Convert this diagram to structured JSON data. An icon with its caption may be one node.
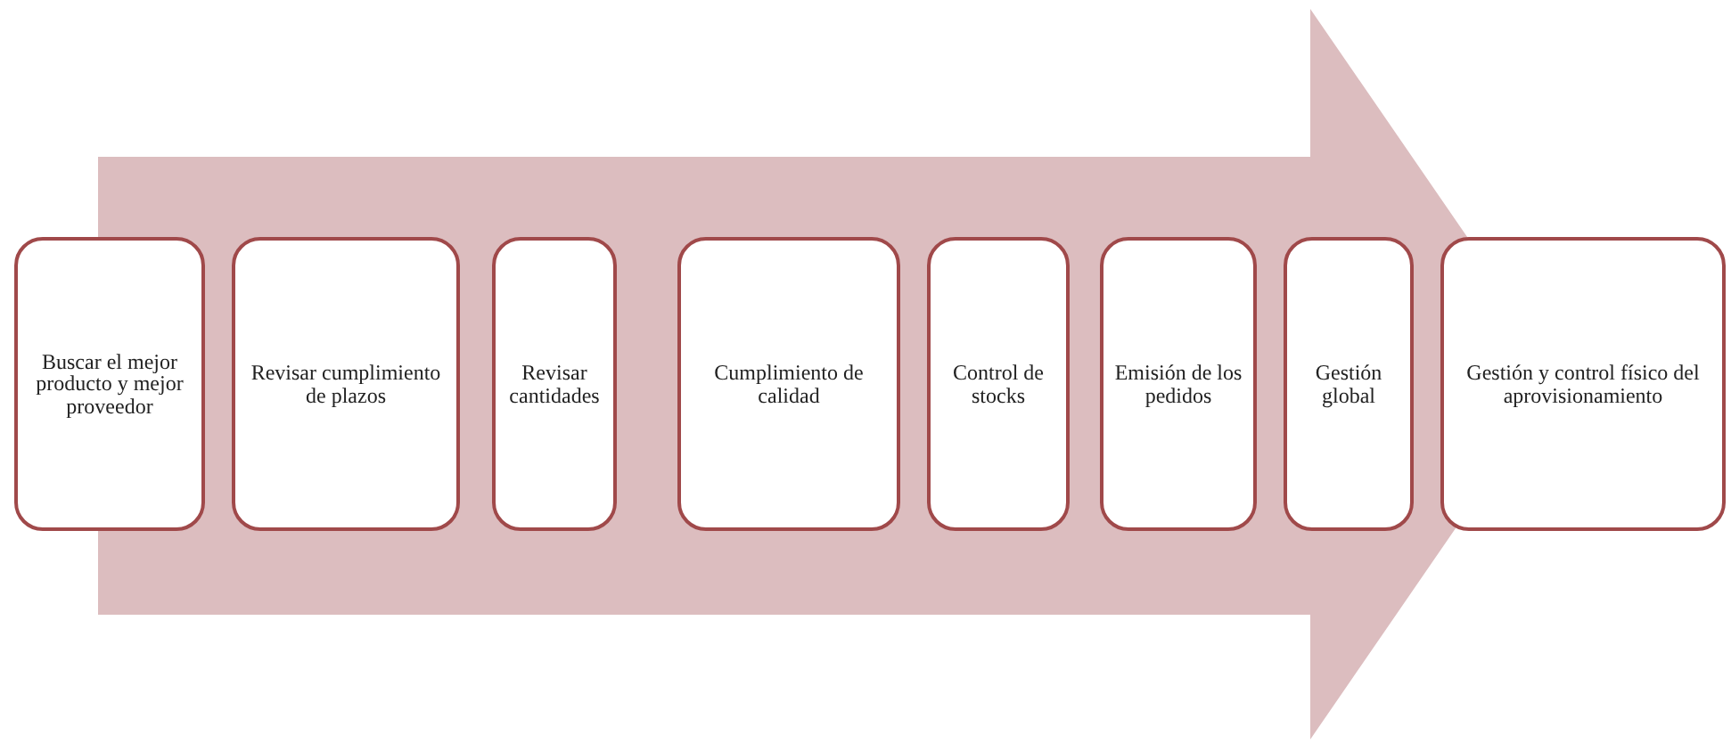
{
  "diagram": {
    "nodes": [
      {
        "text": [
          "Buscar el mejor producto y mejor proveedor"
        ]
      },
      {
        "text": [
          "Revisar cumplimiento de plazos"
        ]
      },
      {
        "text": [
          "Revisar cantidades"
        ]
      },
      {
        "text": [
          "Cumplimiento de calidad"
        ]
      },
      {
        "text": [
          "Control de stocks"
        ]
      },
      {
        "text": [
          "Emisión de los pedidos"
        ]
      },
      {
        "text": [
          "Gestión global"
        ]
      },
      {
        "text": [
          "Gestión y control físico del aprovisionamiento"
        ]
      }
    ]
  }
}
